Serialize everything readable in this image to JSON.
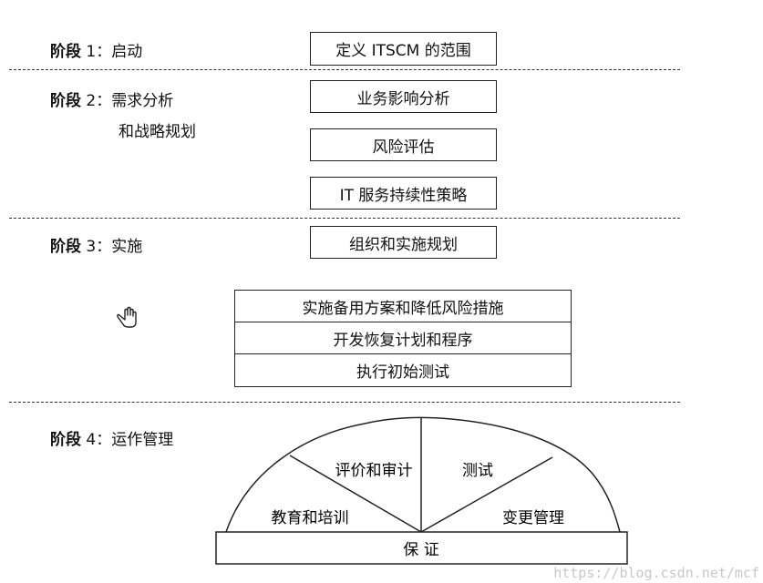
{
  "stages": [
    {
      "label": "阶段",
      "num": "1：",
      "name": "启动"
    },
    {
      "label": "阶段",
      "num": "2：",
      "name": "需求分析",
      "name2": "和战略规划"
    },
    {
      "label": "阶段",
      "num": "3：",
      "name": "实施"
    },
    {
      "label": "阶段",
      "num": "4：",
      "name": "运作管理"
    }
  ],
  "boxes": {
    "scope": "定义 ITSCM 的范围",
    "bia": "业务影响分析",
    "risk": "风险评估",
    "strategy": "IT 服务持续性策略",
    "org_plan": "组织和实施规划"
  },
  "implementation_steps": [
    "实施备用方案和降低风险措施",
    "开发恢复计划和程序",
    "执行初始测试"
  ],
  "dome": {
    "segments": [
      "评价和审计",
      "测试",
      "教育和培训",
      "变更管理"
    ],
    "base": "保 证"
  },
  "watermark": "https://blog.csdn.net/mcf",
  "icons": {
    "cursor": "hand-pointer-icon"
  }
}
